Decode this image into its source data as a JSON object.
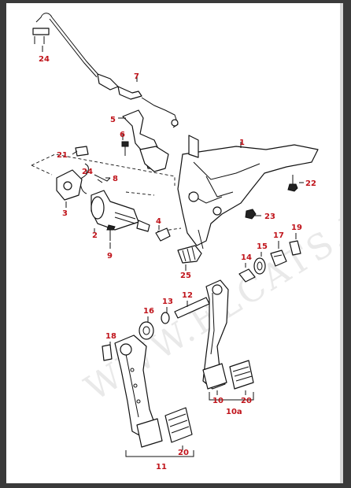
{
  "watermark": "WWW.ELCATS.RU",
  "callouts": [
    {
      "id": "24",
      "text": "24"
    },
    {
      "id": "7",
      "text": "7"
    },
    {
      "id": "5",
      "text": "5"
    },
    {
      "id": "6",
      "text": "6"
    },
    {
      "id": "1",
      "text": "1"
    },
    {
      "id": "21",
      "text": "21"
    },
    {
      "id": "24b",
      "text": "24"
    },
    {
      "id": "8",
      "text": "8"
    },
    {
      "id": "22",
      "text": "22"
    },
    {
      "id": "3",
      "text": "3"
    },
    {
      "id": "23",
      "text": "23"
    },
    {
      "id": "4",
      "text": "4"
    },
    {
      "id": "2",
      "text": "2"
    },
    {
      "id": "9",
      "text": "9"
    },
    {
      "id": "19",
      "text": "19"
    },
    {
      "id": "17",
      "text": "17"
    },
    {
      "id": "15",
      "text": "15"
    },
    {
      "id": "14",
      "text": "14"
    },
    {
      "id": "25",
      "text": "25"
    },
    {
      "id": "12",
      "text": "12"
    },
    {
      "id": "13",
      "text": "13"
    },
    {
      "id": "16",
      "text": "16"
    },
    {
      "id": "18",
      "text": "18"
    },
    {
      "id": "10",
      "text": "10"
    },
    {
      "id": "20a",
      "text": "20"
    },
    {
      "id": "10a",
      "text": "10a"
    },
    {
      "id": "20b",
      "text": "20"
    },
    {
      "id": "11",
      "text": "11"
    }
  ]
}
